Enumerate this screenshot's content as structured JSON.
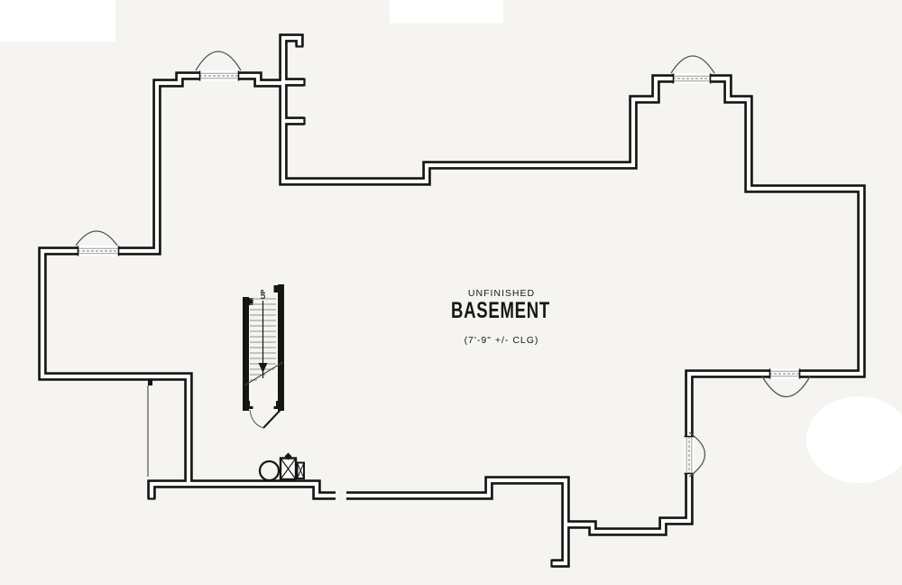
{
  "labels": {
    "room_status": "UNFINISHED",
    "room_name": "BASEMENT",
    "ceiling_height_note": "(7'-9\" +/- CLG)",
    "stair_direction": "UP"
  },
  "colors": {
    "background": "#f5f4f0",
    "wall_line": "#151515",
    "wall_core": "#fdfdfb",
    "detail_line": "#555555",
    "window_line": "#9a9a9a",
    "tread_line": "#909090"
  },
  "features": [
    "arched-window-top-left-bay",
    "arched-window-top-right-bay",
    "arched-window-left-bay",
    "swing-opening-bottom-right-top-wall",
    "swing-opening-right-side-wall",
    "staircase-up",
    "stair-break-line",
    "stair-bottom-door",
    "foundation-stub-walls-top",
    "bottom-wall-opening-gap",
    "water-heater-circle",
    "furnace-unit-box",
    "utility-unit-box"
  ]
}
